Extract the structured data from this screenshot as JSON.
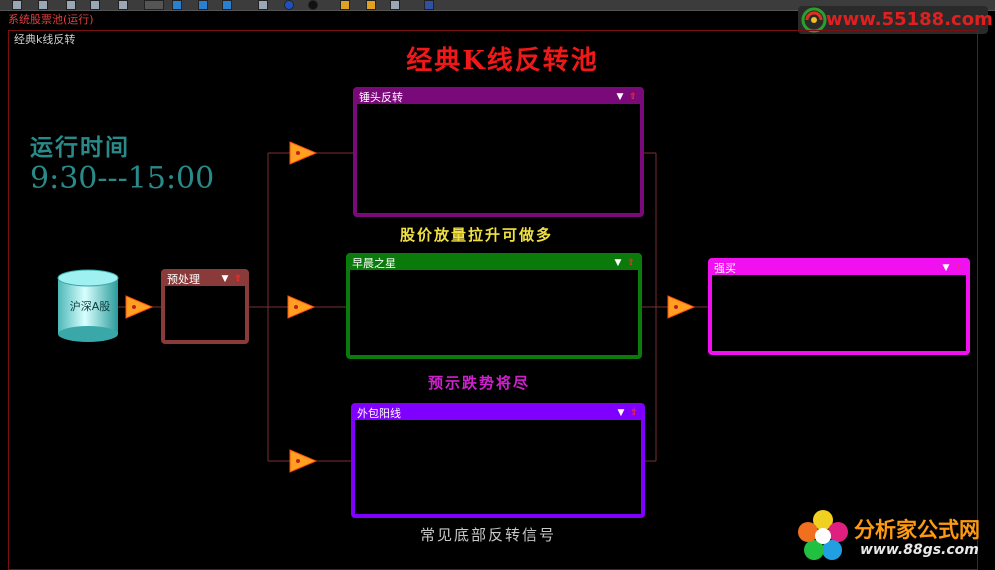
{
  "app": {
    "title": "系统股票池(运行)",
    "panel_tab": "经典k线反转"
  },
  "main_title": "经典K线反转池",
  "run": {
    "label": "运行时间",
    "time": "9:30---15:00"
  },
  "source": {
    "label": "沪深A股"
  },
  "nodes": [
    {
      "id": "preprocess",
      "title": "预处理",
      "color": "#8b3a3a"
    },
    {
      "id": "hammer",
      "title": "锤头反转",
      "color": "#7a0a7a",
      "caption": "股价放量拉升可做多",
      "caption_color": "#f0e040"
    },
    {
      "id": "morning-star",
      "title": "早晨之星",
      "color": "#0a7a0a",
      "caption": "预示跌势将尽",
      "caption_color": "#d020d0"
    },
    {
      "id": "engulfing",
      "title": "外包阳线",
      "color": "#8000ff",
      "caption": "常见底部反转信号",
      "caption_color": "#c8c8c8"
    },
    {
      "id": "strong-buy",
      "title": "强买",
      "color": "#f010f0"
    }
  ],
  "controls": {
    "dropdown_glyph": "▼",
    "raise_glyph": "⇧"
  },
  "watermarks": {
    "top_url": "www.55188.com",
    "bottom_name": "分析家公式网",
    "bottom_url": "www.88gs.com"
  }
}
